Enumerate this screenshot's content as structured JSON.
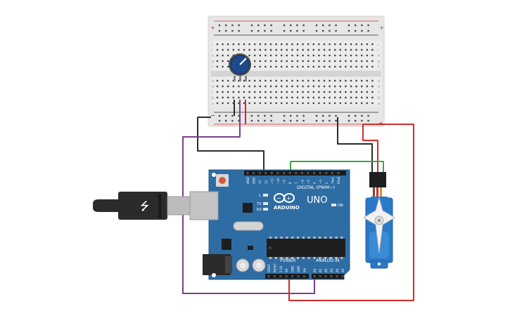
{
  "breadboard": {
    "rows": [
      "a",
      "b",
      "c",
      "d",
      "e",
      "f",
      "g",
      "h",
      "i",
      "j"
    ],
    "columns": 30,
    "rail_plus": "+",
    "rail_minus": "−",
    "color": "#e9e9e9"
  },
  "arduino": {
    "logo_text": "ARDUINO",
    "model": "UNO",
    "digital_label": "DIGITAL (PWM~)",
    "power_label": "POWER",
    "analog_label": "ANALOG IN",
    "on_label": "ON",
    "tx_label": "TX",
    "rx_label": "RX",
    "l_label": "L",
    "digital_pins": [
      "AREF",
      "GND",
      "13",
      "12",
      "~11",
      "~10",
      "~9",
      "8",
      "7",
      "~6",
      "~5",
      "4",
      "~3",
      "2",
      "TX▸1",
      "RX◂0"
    ],
    "power_pins": [
      "IOREF",
      "RESET",
      "3.3V",
      "5V",
      "GND",
      "GND",
      "Vin"
    ],
    "analog_pins": [
      "A0",
      "A1",
      "A2",
      "A3",
      "A4",
      "A5"
    ],
    "board_color": "#2e6da4"
  },
  "potentiometer": {
    "color": "#1e4a8c"
  },
  "servo": {
    "color": "#2a79c7"
  },
  "usb": {
    "color": "#2b2b2b"
  },
  "wires": {
    "red": "#d42a2a",
    "black": "#2b2b2b",
    "purple": "#7b3f8c",
    "green": "#3aa845"
  }
}
